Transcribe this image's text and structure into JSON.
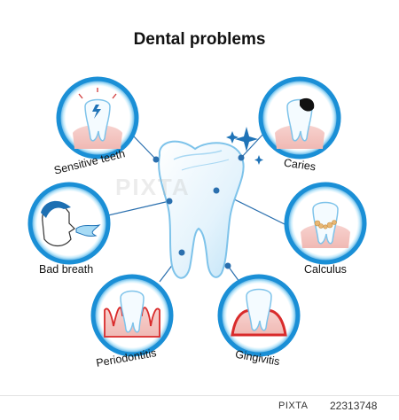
{
  "title": "Dental problems",
  "labels": {
    "sensitive": "Sensitive teeth",
    "caries": "Caries",
    "bad_breath": "Bad breath",
    "calculus": "Calculus",
    "periodontitis": "Periodontitis",
    "gingivitis": "Gingivitis"
  },
  "watermark": "PIXTA",
  "footer": {
    "brand": "PIXTA",
    "code": "22313748"
  },
  "colors": {
    "ring": "#1a8fd6",
    "ring_light": "#b9e3f8",
    "line": "#2a6fae",
    "gum": "#f2c4c0",
    "gum_inflamed": "#d92b2b",
    "tooth": "#eaf6fd",
    "tooth_outline": "#7ec3ea"
  }
}
